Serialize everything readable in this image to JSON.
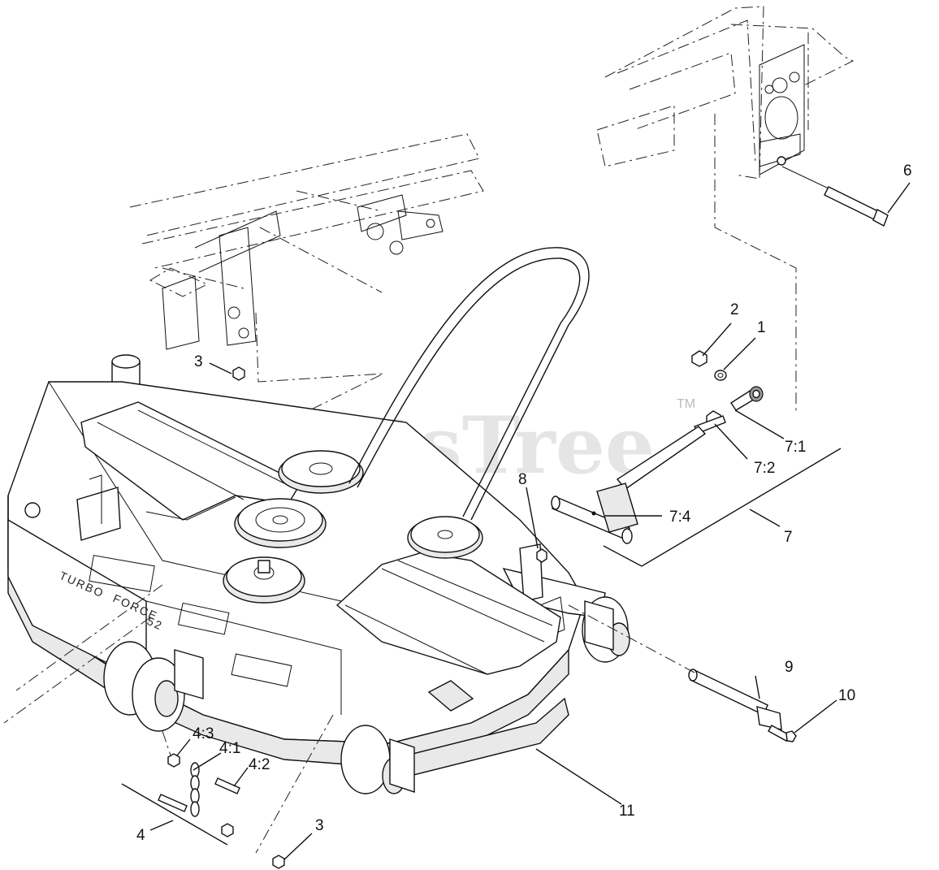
{
  "watermark": {
    "text": "PartsTree",
    "trademark": "TM"
  },
  "deck_decal": {
    "left": "TURBO",
    "right": "FORCE",
    "size": "52"
  },
  "callouts": [
    {
      "id": "c6",
      "label": "6"
    },
    {
      "id": "c2",
      "label": "2"
    },
    {
      "id": "c1",
      "label": "1"
    },
    {
      "id": "c3a",
      "label": "3"
    },
    {
      "id": "c71",
      "label": "7:1"
    },
    {
      "id": "c72",
      "label": "7:2"
    },
    {
      "id": "c8",
      "label": "8"
    },
    {
      "id": "c74",
      "label": "7:4"
    },
    {
      "id": "c7",
      "label": "7"
    },
    {
      "id": "c9",
      "label": "9"
    },
    {
      "id": "c10",
      "label": "10"
    },
    {
      "id": "c43",
      "label": "4:3"
    },
    {
      "id": "c41",
      "label": "4:1"
    },
    {
      "id": "c42",
      "label": "4:2"
    },
    {
      "id": "c11",
      "label": "11"
    },
    {
      "id": "c4",
      "label": "4"
    },
    {
      "id": "c3b",
      "label": "3"
    }
  ]
}
